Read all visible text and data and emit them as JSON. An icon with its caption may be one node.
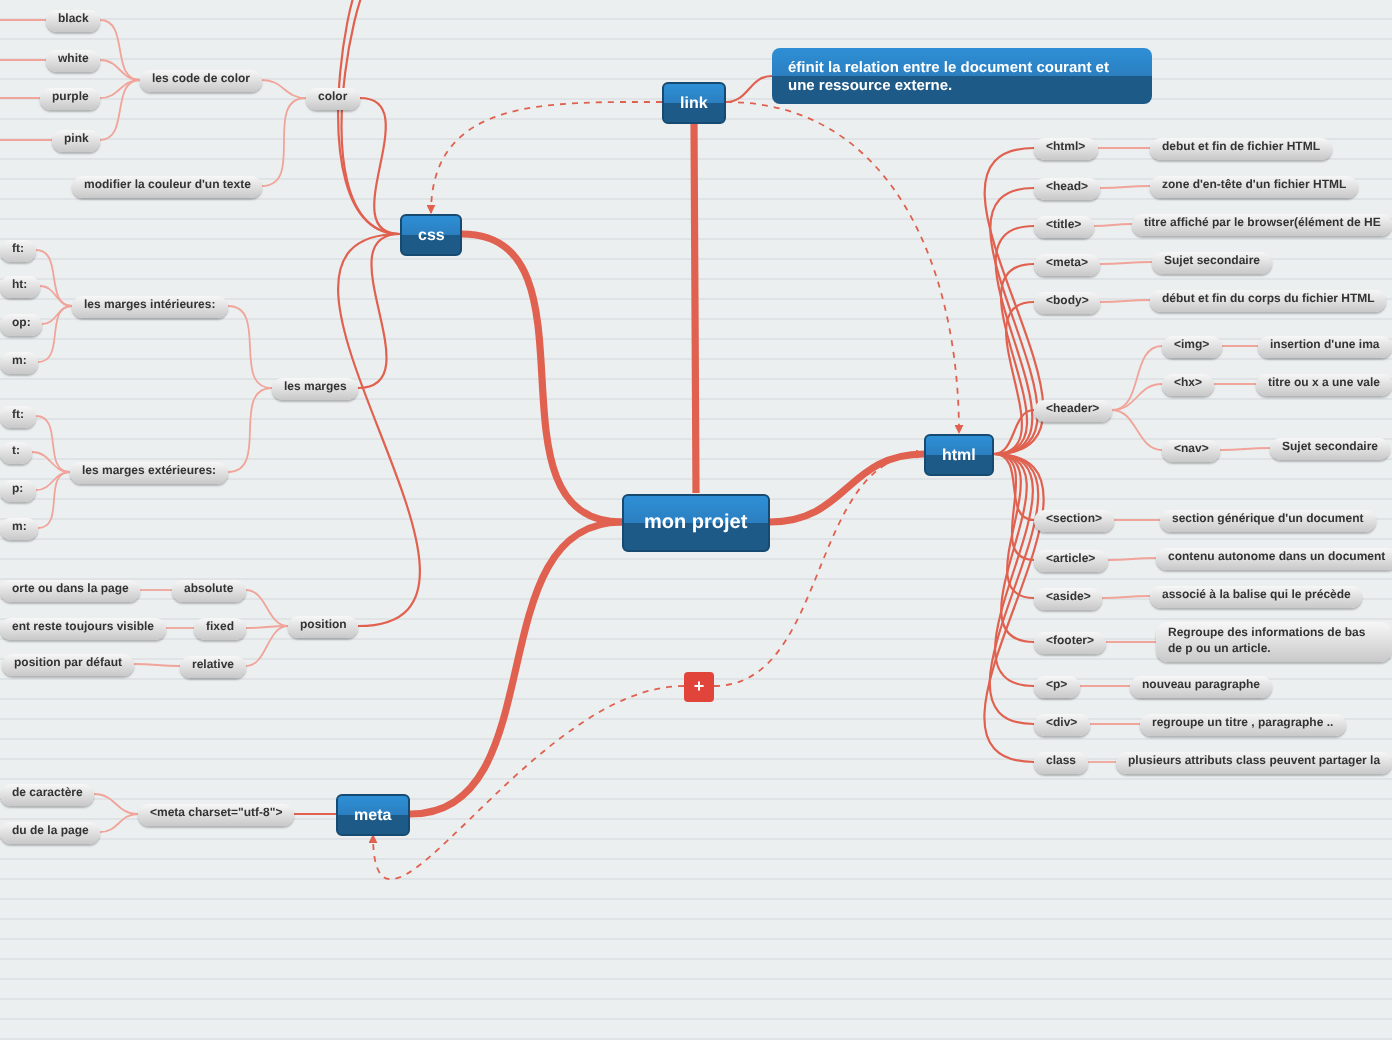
{
  "diagram": {
    "nodes": [
      {
        "text": [
          "mon projet"
        ]
      },
      {
        "text": [
          "link"
        ]
      },
      {
        "text": [
          "éfinit la relation entre le document courant et une ressource externe."
        ]
      },
      {
        "text": [
          "css"
        ]
      },
      {
        "text": [
          "color"
        ]
      },
      {
        "text": [
          "les code de color"
        ]
      },
      {
        "text": [
          "black"
        ]
      },
      {
        "text": [
          "white"
        ]
      },
      {
        "text": [
          "purple"
        ]
      },
      {
        "text": [
          "pink"
        ]
      },
      {
        "text": [
          "modifier la couleur d'un texte"
        ]
      },
      {
        "text": [
          "les marges"
        ]
      },
      {
        "text": [
          "les marges intérieures:"
        ]
      },
      {
        "text": [
          "ft:"
        ]
      },
      {
        "text": [
          "ht:"
        ]
      },
      {
        "text": [
          "op:"
        ]
      },
      {
        "text": [
          "m:"
        ]
      },
      {
        "text": [
          "les marges extérieures:"
        ]
      },
      {
        "text": [
          "ft:"
        ]
      },
      {
        "text": [
          "t:"
        ]
      },
      {
        "text": [
          "p:"
        ]
      },
      {
        "text": [
          "m:"
        ]
      },
      {
        "text": [
          "position"
        ]
      },
      {
        "text": [
          "absolute"
        ]
      },
      {
        "text": [
          "orte ou dans la page"
        ]
      },
      {
        "text": [
          "fixed"
        ]
      },
      {
        "text": [
          "ent reste toujours visible"
        ]
      },
      {
        "text": [
          "relative"
        ]
      },
      {
        "text": [
          "position par défaut"
        ]
      },
      {
        "text": [
          "html"
        ]
      },
      {
        "text": [
          "<html>"
        ]
      },
      {
        "text": [
          "debut et fin de fichier HTML"
        ]
      },
      {
        "text": [
          "<head>"
        ]
      },
      {
        "text": [
          "zone d'en-tête d'un fichier HTML"
        ]
      },
      {
        "text": [
          "<title>"
        ]
      },
      {
        "text": [
          "titre affiché par le browser(élément de HE"
        ]
      },
      {
        "text": [
          "<meta>"
        ]
      },
      {
        "text": [
          "Sujet secondaire"
        ]
      },
      {
        "text": [
          "<body>"
        ]
      },
      {
        "text": [
          "début et fin du corps du fichier HTML"
        ]
      },
      {
        "text": [
          "<header>"
        ]
      },
      {
        "text": [
          "<img>"
        ]
      },
      {
        "text": [
          "insertion d'une ima"
        ]
      },
      {
        "text": [
          "<hx>"
        ]
      },
      {
        "text": [
          "titre ou x a une vale"
        ]
      },
      {
        "text": [
          "<nav>"
        ]
      },
      {
        "text": [
          "Sujet secondaire"
        ]
      },
      {
        "text": [
          "<section>"
        ]
      },
      {
        "text": [
          "section générique d'un document"
        ]
      },
      {
        "text": [
          "<article>"
        ]
      },
      {
        "text": [
          "contenu autonome dans un document"
        ]
      },
      {
        "text": [
          "<aside>"
        ]
      },
      {
        "text": [
          "associé à la balise qui le précède"
        ]
      },
      {
        "text": [
          "<footer>"
        ]
      },
      {
        "text": [
          "Regroupe des informations de bas de p ou un article."
        ]
      },
      {
        "text": [
          "<p>"
        ]
      },
      {
        "text": [
          "nouveau paragraphe"
        ]
      },
      {
        "text": [
          "<div>"
        ]
      },
      {
        "text": [
          "regroupe un titre , paragraphe .."
        ]
      },
      {
        "text": [
          "class"
        ]
      },
      {
        "text": [
          "plusieurs attributs class peuvent partager la"
        ]
      },
      {
        "text": [
          "meta"
        ]
      },
      {
        "text": [
          "<meta charset=\"utf-8\">"
        ]
      },
      {
        "text": [
          "de caractère"
        ]
      },
      {
        "text": [
          "du de la page"
        ]
      },
      {
        "text": [
          "+"
        ]
      }
    ],
    "edges": [
      {
        "from": 0,
        "to": 1,
        "arrow": "none",
        "style": "thick"
      },
      {
        "from": 1,
        "to": 2,
        "arrow": "none"
      },
      {
        "from": 0,
        "to": 3,
        "arrow": "none",
        "style": "thick"
      },
      {
        "from": 3,
        "to": 4,
        "arrow": "none"
      },
      {
        "from": 4,
        "to": 5,
        "arrow": "none"
      },
      {
        "from": 5,
        "to": 6,
        "arrow": "none"
      },
      {
        "from": 5,
        "to": 7,
        "arrow": "none"
      },
      {
        "from": 5,
        "to": 8,
        "arrow": "none"
      },
      {
        "from": 5,
        "to": 9,
        "arrow": "none"
      },
      {
        "from": 4,
        "to": 10,
        "arrow": "none"
      },
      {
        "from": 3,
        "to": 11,
        "arrow": "none"
      },
      {
        "from": 11,
        "to": 12,
        "arrow": "none"
      },
      {
        "from": 12,
        "to": 13,
        "arrow": "none"
      },
      {
        "from": 12,
        "to": 14,
        "arrow": "none"
      },
      {
        "from": 12,
        "to": 15,
        "arrow": "none"
      },
      {
        "from": 12,
        "to": 16,
        "arrow": "none"
      },
      {
        "from": 11,
        "to": 17,
        "arrow": "none"
      },
      {
        "from": 17,
        "to": 18,
        "arrow": "none"
      },
      {
        "from": 17,
        "to": 19,
        "arrow": "none"
      },
      {
        "from": 17,
        "to": 20,
        "arrow": "none"
      },
      {
        "from": 17,
        "to": 21,
        "arrow": "none"
      },
      {
        "from": 3,
        "to": 22,
        "arrow": "none"
      },
      {
        "from": 22,
        "to": 23,
        "arrow": "none"
      },
      {
        "from": 23,
        "to": 24,
        "arrow": "none"
      },
      {
        "from": 22,
        "to": 25,
        "arrow": "none"
      },
      {
        "from": 25,
        "to": 26,
        "arrow": "none"
      },
      {
        "from": 22,
        "to": 27,
        "arrow": "none"
      },
      {
        "from": 27,
        "to": 28,
        "arrow": "none"
      },
      {
        "from": 0,
        "to": 29,
        "arrow": "none",
        "style": "thick"
      },
      {
        "from": 29,
        "to": 30,
        "arrow": "none"
      },
      {
        "from": 30,
        "to": 31,
        "arrow": "none"
      },
      {
        "from": 29,
        "to": 32,
        "arrow": "none"
      },
      {
        "from": 32,
        "to": 33,
        "arrow": "none"
      },
      {
        "from": 29,
        "to": 34,
        "arrow": "none"
      },
      {
        "from": 34,
        "to": 35,
        "arrow": "none"
      },
      {
        "from": 29,
        "to": 36,
        "arrow": "none"
      },
      {
        "from": 36,
        "to": 37,
        "arrow": "none"
      },
      {
        "from": 29,
        "to": 38,
        "arrow": "none"
      },
      {
        "from": 38,
        "to": 39,
        "arrow": "none"
      },
      {
        "from": 29,
        "to": 40,
        "arrow": "none"
      },
      {
        "from": 40,
        "to": 41,
        "arrow": "none"
      },
      {
        "from": 41,
        "to": 42,
        "arrow": "none"
      },
      {
        "from": 40,
        "to": 43,
        "arrow": "none"
      },
      {
        "from": 43,
        "to": 44,
        "arrow": "none"
      },
      {
        "from": 40,
        "to": 45,
        "arrow": "none"
      },
      {
        "from": 45,
        "to": 46,
        "arrow": "none"
      },
      {
        "from": 29,
        "to": 47,
        "arrow": "none"
      },
      {
        "from": 47,
        "to": 48,
        "arrow": "none"
      },
      {
        "from": 29,
        "to": 49,
        "arrow": "none"
      },
      {
        "from": 49,
        "to": 50,
        "arrow": "none"
      },
      {
        "from": 29,
        "to": 51,
        "arrow": "none"
      },
      {
        "from": 51,
        "to": 52,
        "arrow": "none"
      },
      {
        "from": 29,
        "to": 53,
        "arrow": "none"
      },
      {
        "from": 53,
        "to": 54,
        "arrow": "none"
      },
      {
        "from": 29,
        "to": 55,
        "arrow": "none"
      },
      {
        "from": 55,
        "to": 56,
        "arrow": "none"
      },
      {
        "from": 29,
        "to": 57,
        "arrow": "none"
      },
      {
        "from": 57,
        "to": 58,
        "arrow": "none"
      },
      {
        "from": 29,
        "to": 59,
        "arrow": "none"
      },
      {
        "from": 59,
        "to": 60,
        "arrow": "none"
      },
      {
        "from": 0,
        "to": 61,
        "arrow": "none",
        "style": "thick"
      },
      {
        "from": 61,
        "to": 62,
        "arrow": "none"
      },
      {
        "from": 62,
        "to": 63,
        "arrow": "none"
      },
      {
        "from": 62,
        "to": 64,
        "arrow": "none"
      },
      {
        "from": 6,
        "to": null,
        "arrow": "none"
      },
      {
        "from": 7,
        "to": null,
        "arrow": "none"
      },
      {
        "from": 8,
        "to": null,
        "arrow": "none"
      },
      {
        "from": 9,
        "to": null,
        "arrow": "none"
      },
      {
        "from": 3,
        "to": null,
        "arrow": "none"
      },
      {
        "from": 3,
        "to": null,
        "arrow": "none"
      },
      {
        "from": 1,
        "to": 3,
        "arrow": "to",
        "style": "dashed"
      },
      {
        "from": 1,
        "to": 29,
        "arrow": "to",
        "style": "dashed"
      },
      {
        "from": 65,
        "to": 29,
        "arrow": "to",
        "style": "dashed"
      },
      {
        "from": 65,
        "to": 61,
        "arrow": "to",
        "style": "dashed"
      }
    ]
  }
}
